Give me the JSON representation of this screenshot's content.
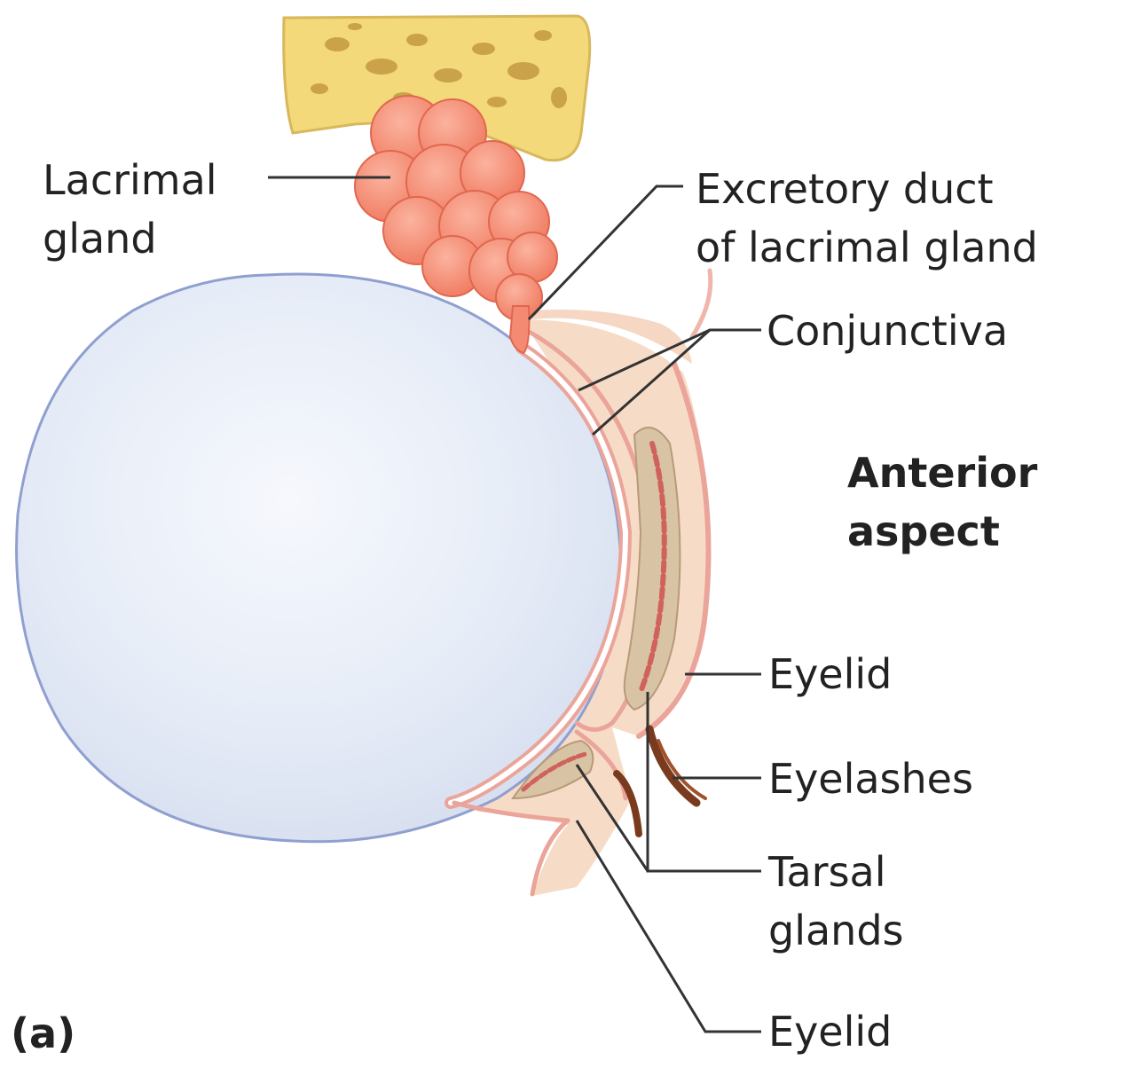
{
  "figure": {
    "panel_label": "(a)",
    "labels": {
      "lacrimal_gland": [
        "Lacrimal",
        "gland"
      ],
      "excretory_duct": [
        "Excretory duct",
        "of lacrimal gland"
      ],
      "conjunctiva": "Conjunctiva",
      "anterior_aspect": [
        "Anterior",
        "aspect"
      ],
      "eyelid_upper": "Eyelid",
      "eyelashes": "Eyelashes",
      "tarsal_glands": [
        "Tarsal",
        "glands"
      ],
      "eyelid_lower": "Eyelid"
    },
    "colors": {
      "bone": "#f3d97a",
      "bone_pores": "#c9a24a",
      "gland": "#f58a72",
      "eyeball": "#e3e9f6",
      "eyeball_outline": "#8f9fd0",
      "lid_tissue": "#f6dcc6",
      "conjunctiva": "#eba49a",
      "tarsal": "#d9c3a5",
      "tarsal_duct": "#d0625c",
      "lashes": "#7a3a1d",
      "leader": "#333333"
    }
  }
}
